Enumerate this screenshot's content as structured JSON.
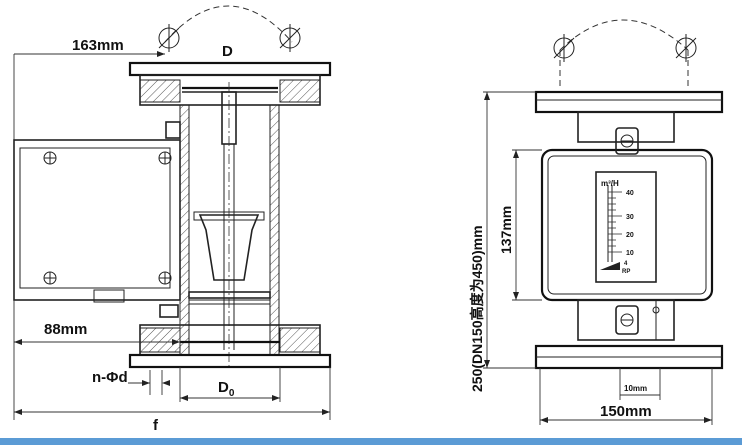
{
  "labels": {
    "dim_163": "163mm",
    "dim_D": "D",
    "dim_88": "88mm",
    "dim_nphid": "n-Φd",
    "dim_D0_main": "D",
    "dim_D0_sub": "0",
    "dim_f": "f",
    "dim_250": "250(DN150高度为450)mm",
    "dim_137": "137mm",
    "dim_10": "10mm",
    "dim_150": "150mm"
  },
  "scale": {
    "unit": "m³/H",
    "ticks": [
      "40",
      "30",
      "20",
      "10",
      "4"
    ],
    "model": "RP"
  },
  "colors": {
    "line": "#222222",
    "hatch": "#555555",
    "bottom_bar": "#5b9bd5"
  }
}
